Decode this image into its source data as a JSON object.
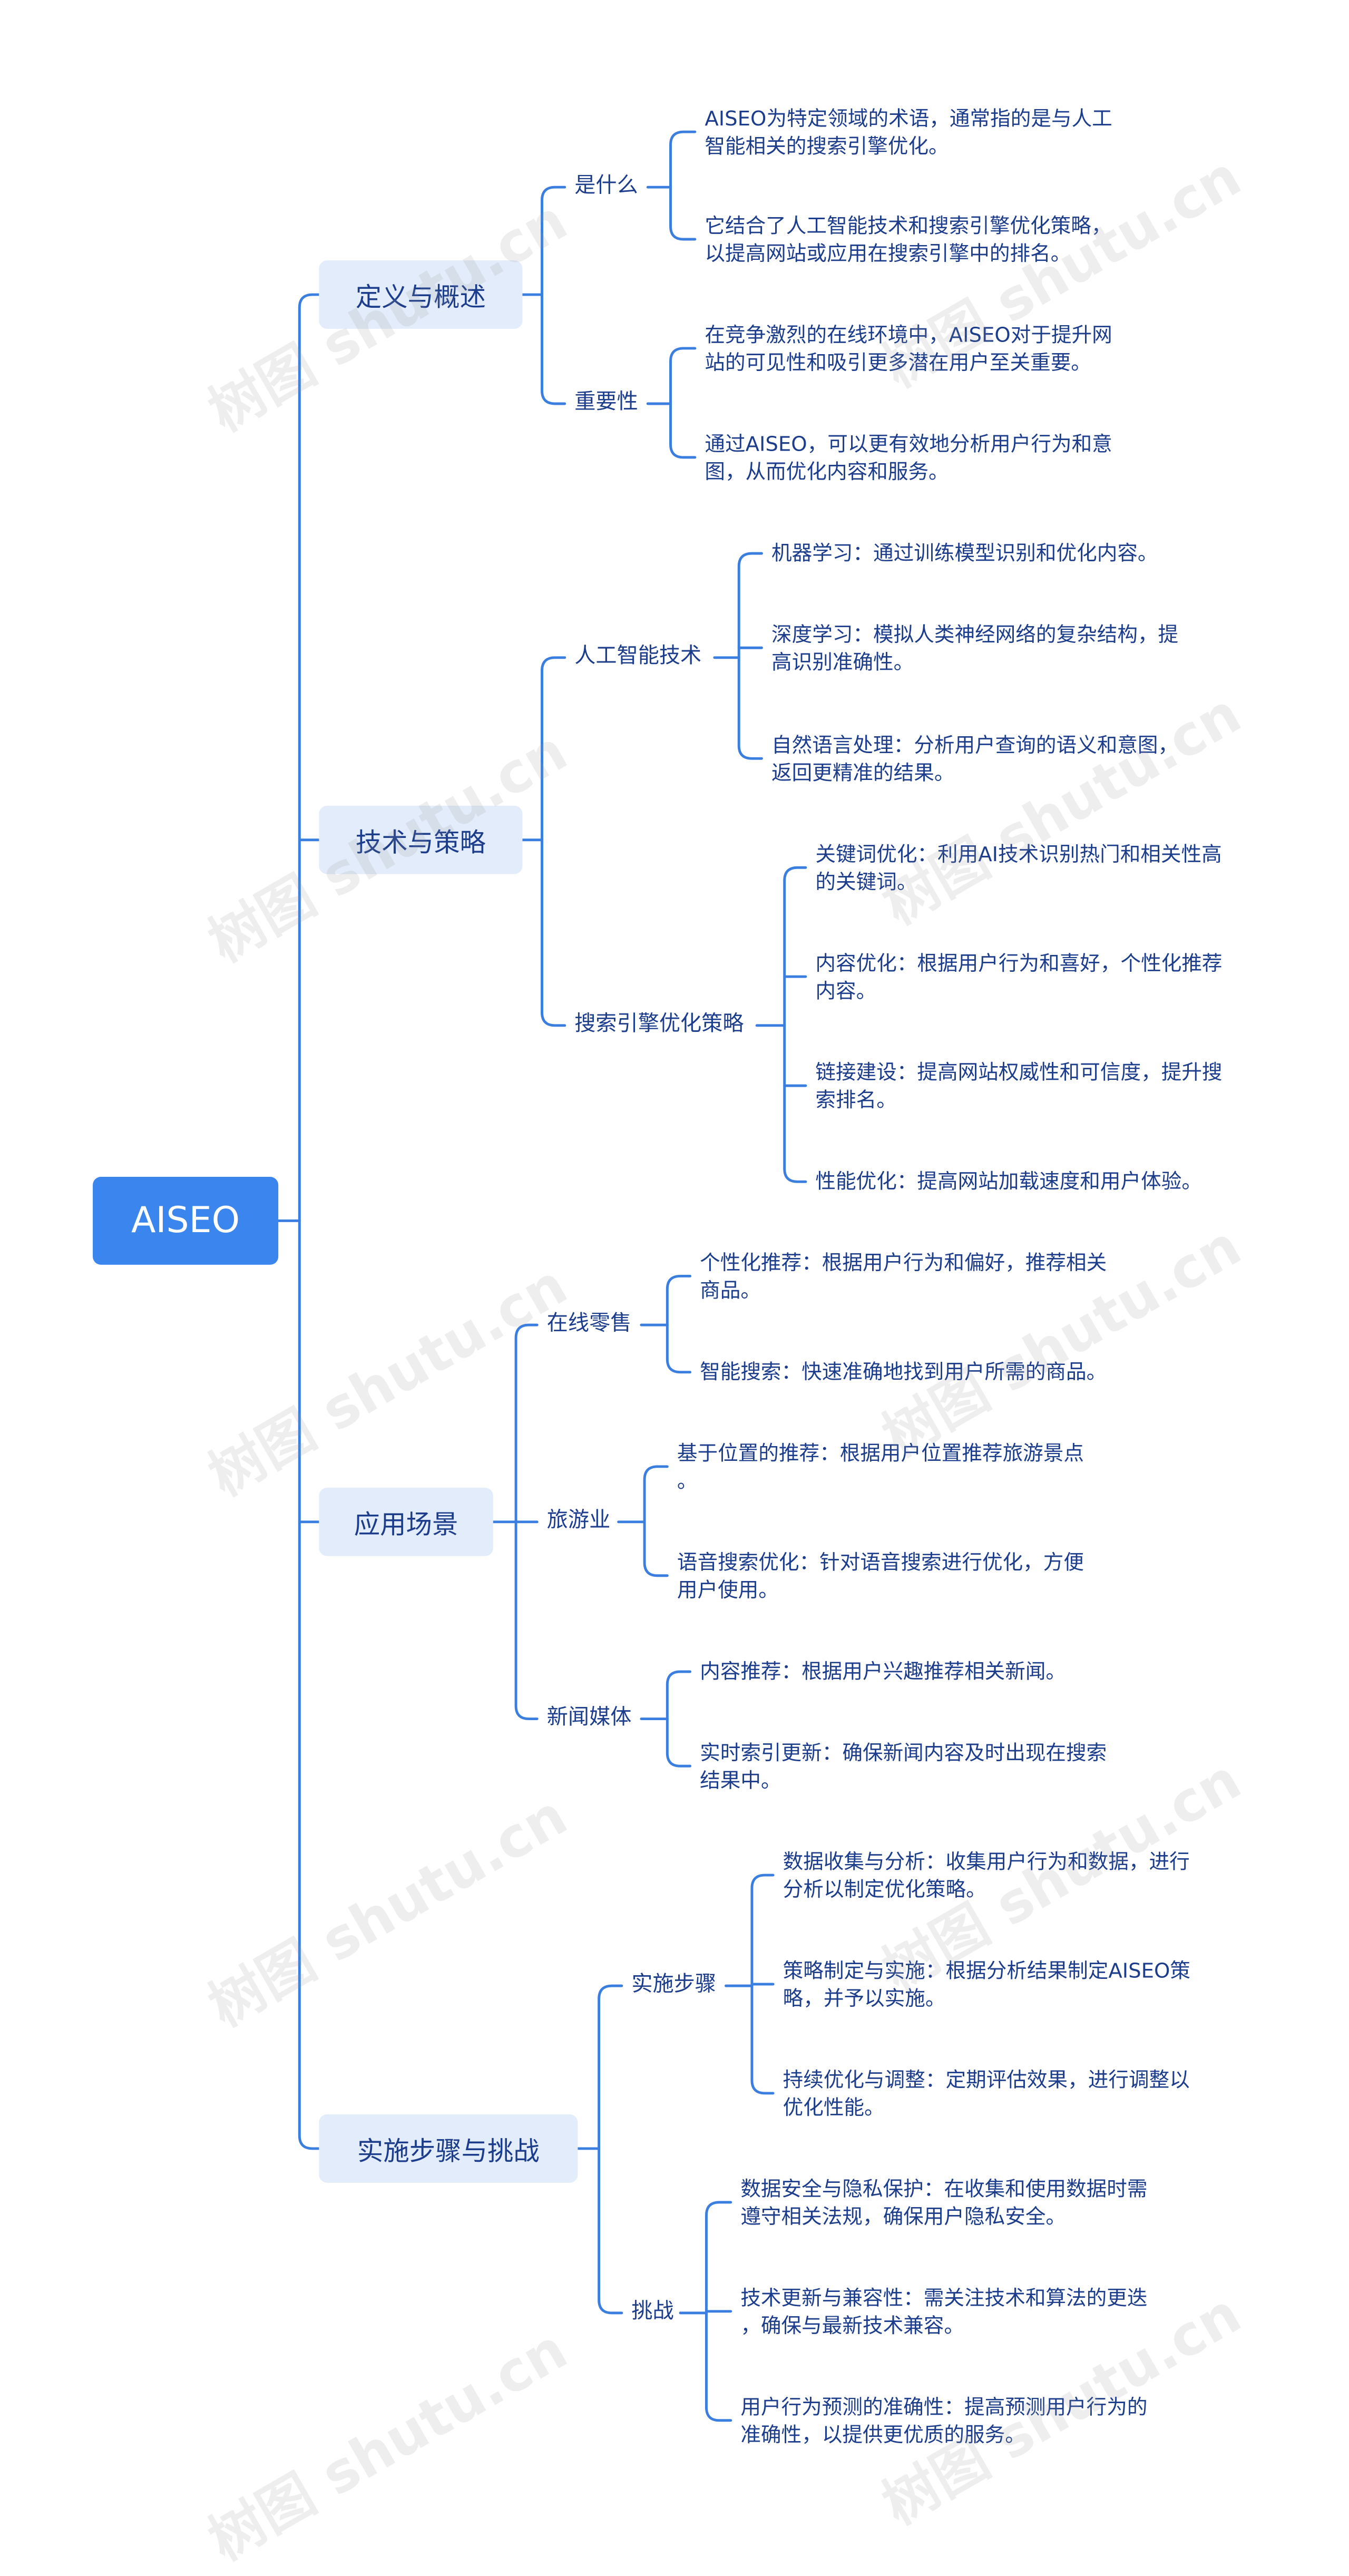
{
  "root": "AISEO",
  "watermark": "树图 shutu.cn",
  "colors": {
    "root": "#3a86ee",
    "branch_bg": "#e3ecfb",
    "text": "#1c3d8c",
    "line": "#3a7fe0"
  },
  "branches": [
    {
      "label": "定义与概述",
      "children": [
        {
          "label": "是什么",
          "leaves": [
            "AISEO为特定领域的术语，通常指的是与人工\n智能相关的搜索引擎优化。",
            "它结合了人工智能技术和搜索引擎优化策略，\n以提高网站或应用在搜索引擎中的排名。"
          ]
        },
        {
          "label": "重要性",
          "leaves": [
            "在竞争激烈的在线环境中，AISEO对于提升网\n站的可见性和吸引更多潜在用户至关重要。",
            "通过AISEO，可以更有效地分析用户行为和意\n图，从而优化内容和服务。"
          ]
        }
      ]
    },
    {
      "label": "技术与策略",
      "children": [
        {
          "label": "人工智能技术",
          "leaves": [
            "机器学习：通过训练模型识别和优化内容。",
            "深度学习：模拟人类神经网络的复杂结构，提\n高识别准确性。",
            "自然语言处理：分析用户查询的语义和意图，\n返回更精准的结果。"
          ]
        },
        {
          "label": "搜索引擎优化策略",
          "leaves": [
            "关键词优化：利用AI技术识别热门和相关性高\n的关键词。",
            "内容优化：根据用户行为和喜好，个性化推荐\n内容。",
            "链接建设：提高网站权威性和可信度，提升搜\n索排名。",
            "性能优化：提高网站加载速度和用户体验。"
          ]
        }
      ]
    },
    {
      "label": "应用场景",
      "children": [
        {
          "label": "在线零售",
          "leaves": [
            "个性化推荐：根据用户行为和偏好，推荐相关\n商品。",
            "智能搜索：快速准确地找到用户所需的商品。"
          ]
        },
        {
          "label": "旅游业",
          "leaves": [
            "基于位置的推荐：根据用户位置推荐旅游景点\n。",
            "语音搜索优化：针对语音搜索进行优化，方便\n用户使用。"
          ]
        },
        {
          "label": "新闻媒体",
          "leaves": [
            "内容推荐：根据用户兴趣推荐相关新闻。",
            "实时索引更新：确保新闻内容及时出现在搜索\n结果中。"
          ]
        }
      ]
    },
    {
      "label": "实施步骤与挑战",
      "children": [
        {
          "label": "实施步骤",
          "leaves": [
            "数据收集与分析：收集用户行为和数据，进行\n分析以制定优化策略。",
            "策略制定与实施：根据分析结果制定AISEO策\n略，并予以实施。",
            "持续优化与调整：定期评估效果，进行调整以\n优化性能。"
          ]
        },
        {
          "label": "挑战",
          "leaves": [
            "数据安全与隐私保护：在收集和使用数据时需\n遵守相关法规，确保用户隐私安全。",
            "技术更新与兼容性：需关注技术和算法的更迭\n，确保与最新技术兼容。",
            "用户行为预测的准确性：提高预测用户行为的\n准确性，以提供更优质的服务。"
          ]
        }
      ]
    }
  ]
}
